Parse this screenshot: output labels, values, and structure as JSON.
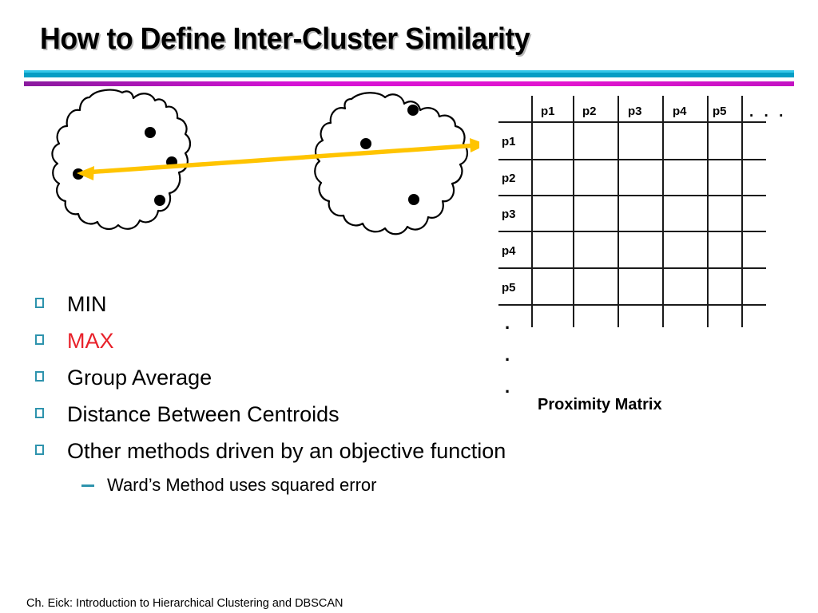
{
  "slide": {
    "title": "How to Define Inter-Cluster Similarity",
    "footer": "Ch. Eick: Introduction to Hierarchical Clustering and DBSCAN"
  },
  "divider": {
    "cyan_light": "#33c6e8",
    "cyan_dark": "#069dc4",
    "magenta": "#c312c3"
  },
  "diagram": {
    "arrow_color": "#ffc400",
    "outline_color": "#000000",
    "point_color": "#000000",
    "left_cluster_label": "cluster-left",
    "right_cluster_label": "cluster-right",
    "arrow_label": "max-distance-arrow"
  },
  "bullets": [
    {
      "label": "MIN",
      "color": "#000000"
    },
    {
      "label": "MAX",
      "color": "#e8212a"
    },
    {
      "label": "Group Average",
      "color": "#000000"
    },
    {
      "label": "Distance Between Centroids",
      "color": "#000000"
    },
    {
      "label": "Other methods driven by an objective function",
      "color": "#000000"
    }
  ],
  "sub_bullets": [
    {
      "label": "Ward’s Method uses squared error"
    }
  ],
  "matrix": {
    "caption": "Proximity Matrix",
    "col_headers": [
      "p1",
      "p2",
      "p3",
      "p4",
      "p5"
    ],
    "col_ellipsis": ". . .",
    "row_headers": [
      "p1",
      "p2",
      "p3",
      "p4",
      "p5"
    ],
    "row_ellipsis": [
      ".",
      ".",
      "."
    ],
    "corner": "",
    "cells": [
      [
        "",
        "",
        "",
        "",
        ""
      ],
      [
        "",
        "",
        "",
        "",
        ""
      ],
      [
        "",
        "",
        "",
        "",
        ""
      ],
      [
        "",
        "",
        "",
        "",
        ""
      ],
      [
        "",
        "",
        "",
        "",
        ""
      ]
    ]
  }
}
